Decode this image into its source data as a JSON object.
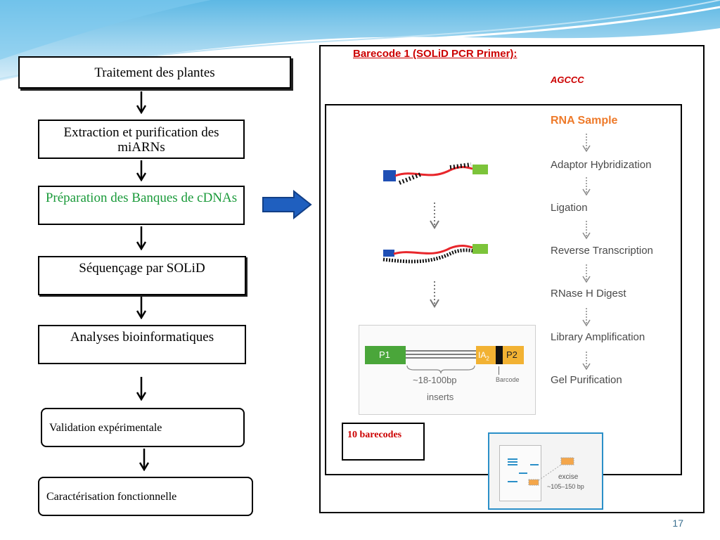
{
  "flow": {
    "steps": [
      "Traitement des plantes",
      "Extraction et purification des miARNs",
      "Préparation des Banques de cDNAs",
      "Séquençage par SOLiD",
      "Analyses bioinformatiques",
      "Validation expérimentale",
      "Caractérisation fonctionnelle"
    ]
  },
  "panel": {
    "barcode_title": "Barecode 1 (SOLiD PCR Primer):",
    "barcode_seq": "AGCCC",
    "workflow": {
      "title": "RNA Sample",
      "steps": [
        "Adaptor Hybridization",
        "Ligation",
        "Reverse Transcription",
        "RNase H Digest",
        "Library Amplification",
        "Gel Purification"
      ]
    },
    "library": {
      "p1": "P1",
      "ia": "IA",
      "ia_sub": "2",
      "p2": "P2",
      "insert_size": "~18-100bp",
      "insert_label": "inserts",
      "barcode_label": "Barcode"
    },
    "barcodes_count": "10 barecodes",
    "gel": {
      "excise": "excise",
      "size": "~105–150 bp"
    }
  },
  "colors": {
    "accent_blue": "#1f5fbf",
    "green_text": "#1a9a3a",
    "red_text": "#cc0000",
    "orange_title": "#ee7a2a"
  },
  "page_number": "17"
}
